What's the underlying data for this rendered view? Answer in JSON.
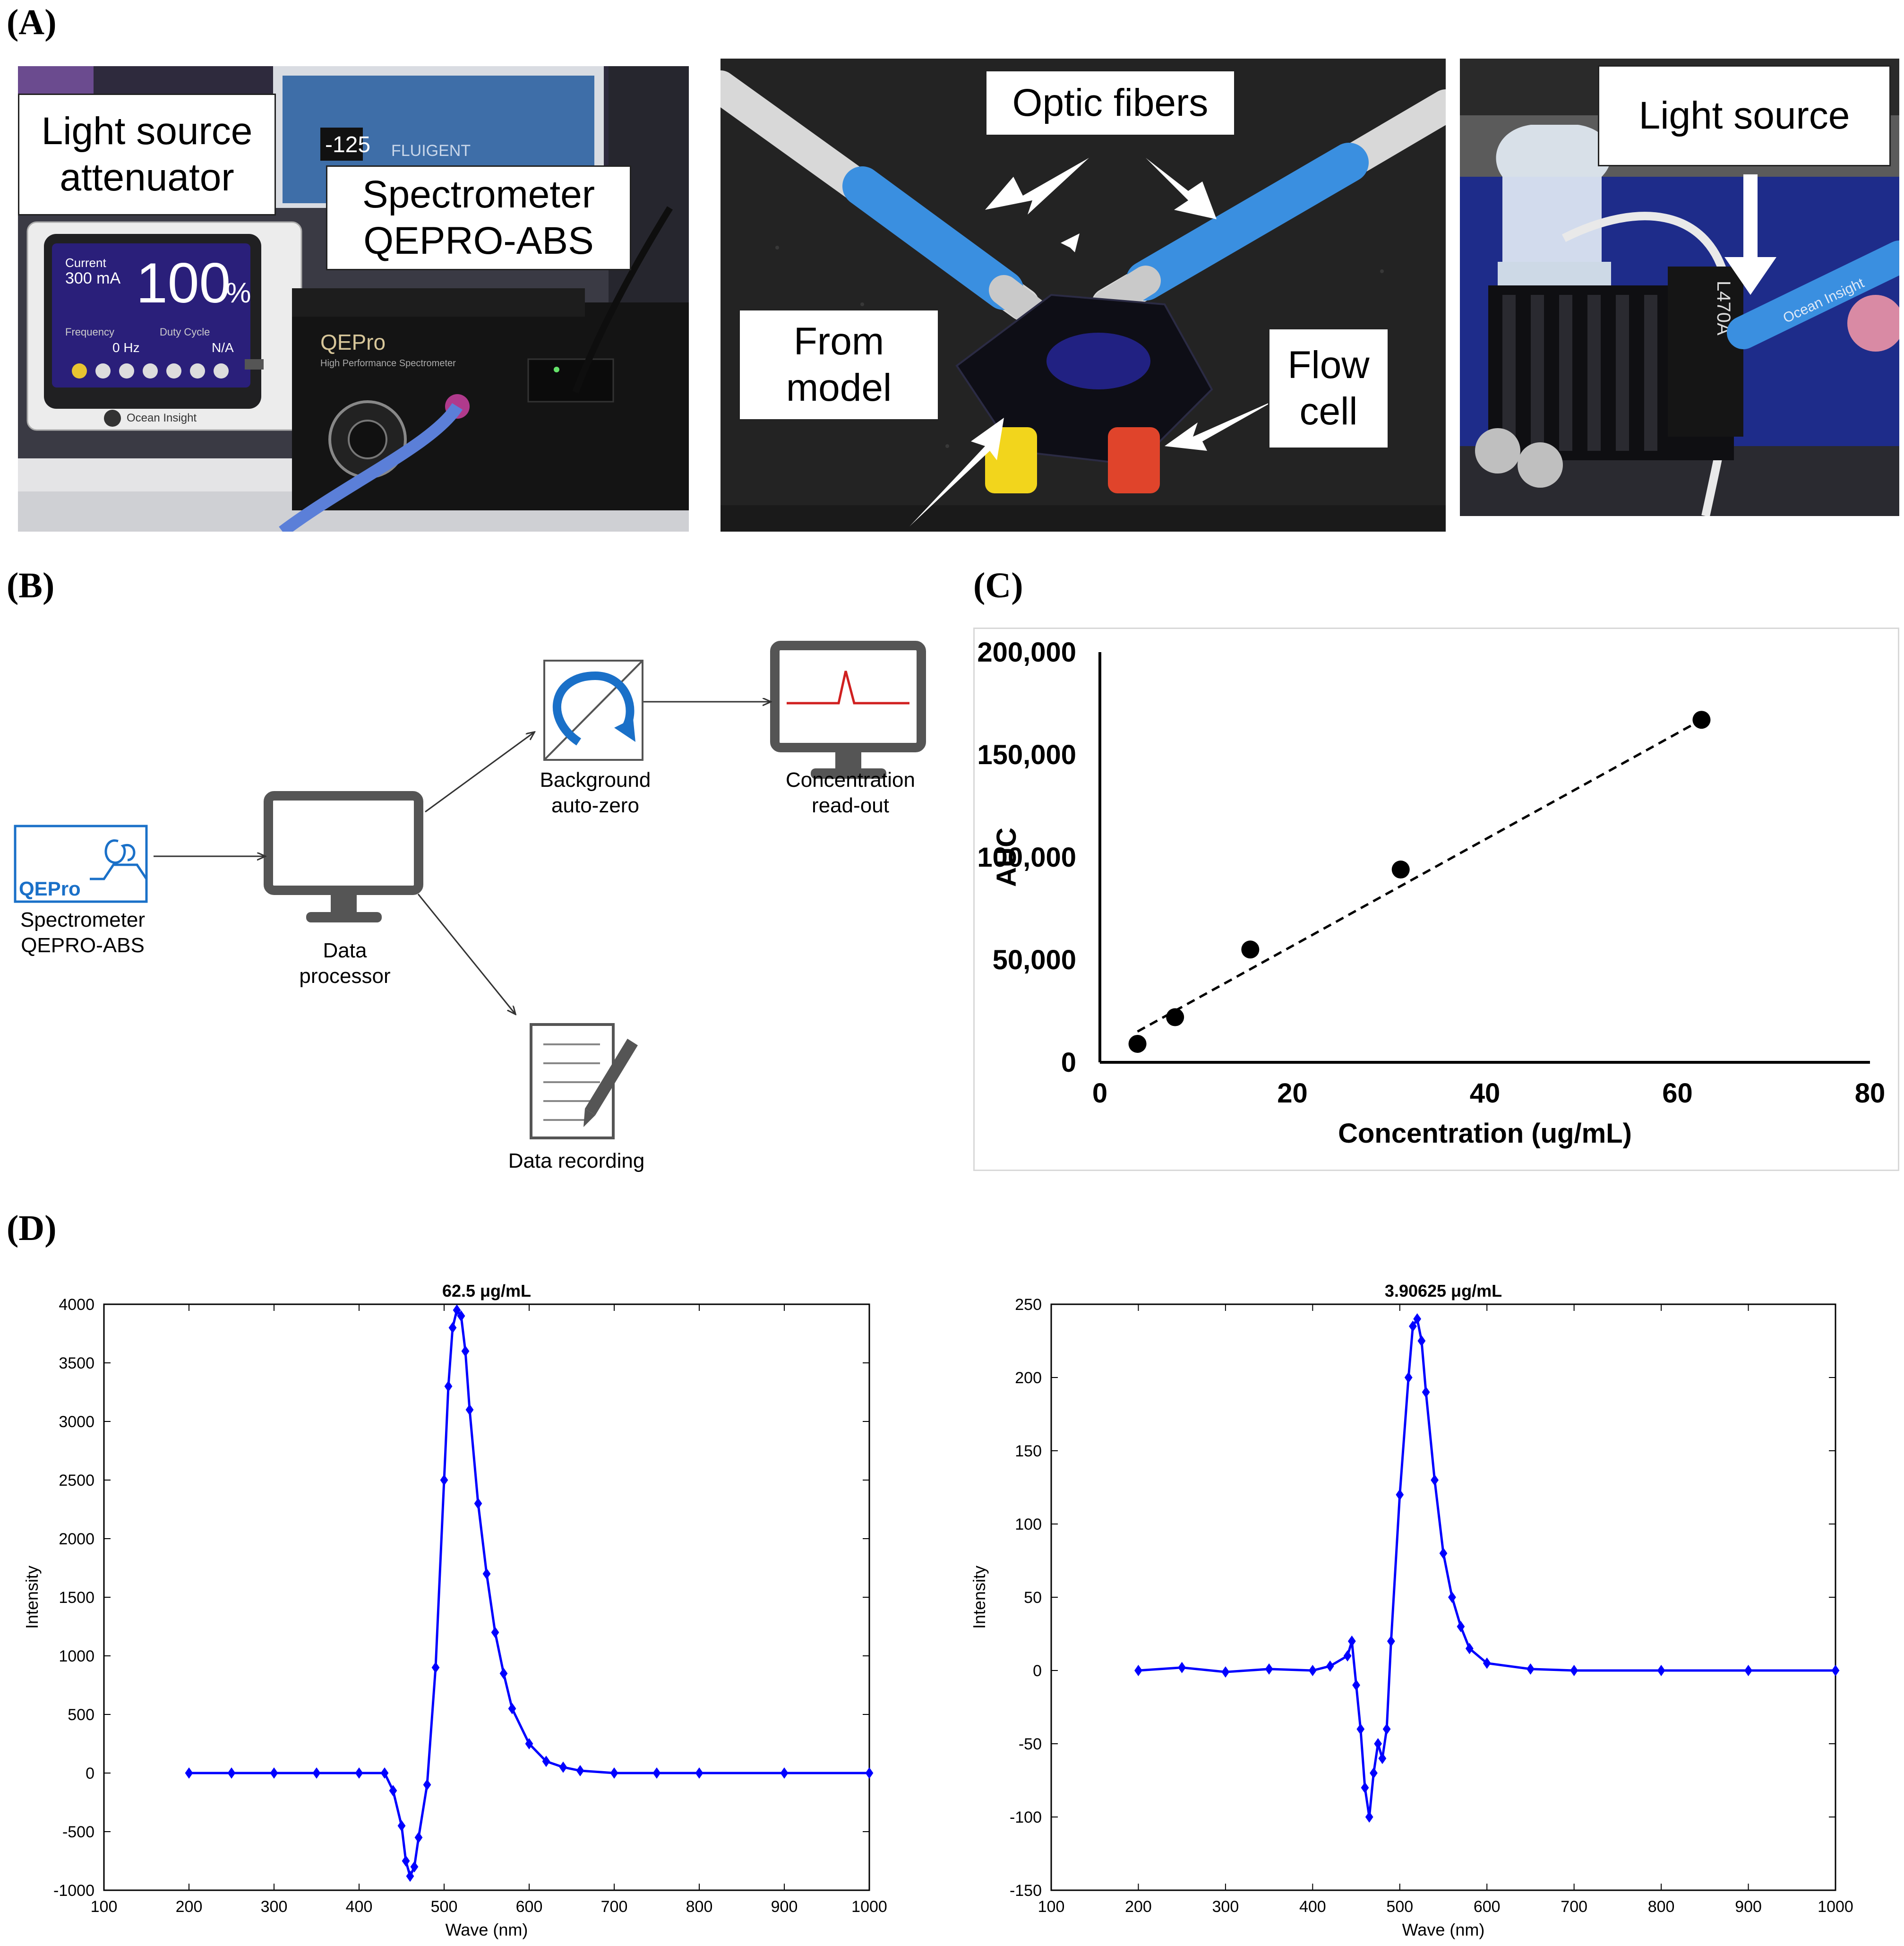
{
  "panels": {
    "a": "(A)",
    "b": "(B)",
    "c": "(C)",
    "d": "(D)"
  },
  "photos": {
    "photo1": {
      "attenuator_label": "Light source attenuator",
      "spectrometer_label_line1": "Spectrometer",
      "spectrometer_label_line2": "QEPRO-ABS",
      "screen_current": "300 mA",
      "screen_percent": "100",
      "screen_percent_suffix": "%",
      "screen_freq": "0 Hz",
      "screen_duty": "N/A",
      "screen_frequency_label": "Frequency",
      "screen_duty_label": "Duty Cycle",
      "screen_current_label": "Current",
      "brand": "Ocean Insight",
      "display_readout": "-125",
      "fluigent": "FLUIGENT",
      "qepro_logo": "QEPro",
      "qepro_sub": "High Performance Spectrometer"
    },
    "photo2": {
      "optic_fibers_label": "Optic fibers",
      "from_model_line1": "From",
      "from_model_line2": "model",
      "flow_cell_line1": "Flow",
      "flow_cell_line2": "cell"
    },
    "photo3": {
      "light_source_label": "Light source",
      "led_model": "L470A",
      "brand": "Ocean Insight"
    }
  },
  "flowchart": {
    "spectrometer_line1": "Spectrometer",
    "spectrometer_line2": "QEPRO-ABS",
    "qepro_logo": "QEPro",
    "data_processor_line1": "Data",
    "data_processor_line2": "processor",
    "background_line1": "Background",
    "background_line2": "auto-zero",
    "concentration_line1": "Concentration",
    "concentration_line2": "read-out",
    "recording": "Data recording"
  },
  "chart_data": [
    {
      "type": "scatter",
      "title": "",
      "xlabel": "Concentration (ug/mL)",
      "ylabel": "AUC",
      "xlim": [
        0,
        80
      ],
      "ylim": [
        0,
        200000
      ],
      "xticks": [
        "0",
        "20",
        "40",
        "60",
        "80"
      ],
      "yticks": [
        "0",
        "50,000",
        "100,000",
        "150,000",
        "200,000"
      ],
      "points": [
        {
          "x": 3.90625,
          "y": 9000
        },
        {
          "x": 7.8125,
          "y": 22000
        },
        {
          "x": 15.625,
          "y": 55000
        },
        {
          "x": 31.25,
          "y": 94000
        },
        {
          "x": 62.5,
          "y": 167000
        }
      ],
      "trendline": {
        "style": "dashed",
        "x": [
          3.90625,
          62.5
        ],
        "y": [
          15000,
          167000
        ]
      },
      "grid": false
    },
    {
      "type": "line",
      "title": "62.5 μg/mL",
      "xlabel": "Wave (nm)",
      "ylabel": "Intensity",
      "xlim": [
        100,
        1000
      ],
      "ylim": [
        -1000,
        4000
      ],
      "xticks": [
        "100",
        "200",
        "300",
        "400",
        "500",
        "600",
        "700",
        "800",
        "900",
        "1000"
      ],
      "yticks": [
        "-1000",
        "-500",
        "0",
        "500",
        "1000",
        "1500",
        "2000",
        "2500",
        "3000",
        "3500",
        "4000"
      ],
      "color": "#0000ff",
      "marker": "diamond",
      "series": [
        {
          "x": [
            200,
            250,
            300,
            350,
            400,
            430,
            440,
            450,
            455,
            460,
            465,
            470,
            480,
            490,
            500,
            505,
            510,
            515,
            520,
            525,
            530,
            540,
            550,
            560,
            570,
            580,
            600,
            620,
            640,
            660,
            700,
            750,
            800,
            900,
            1000
          ],
          "y": [
            0,
            0,
            0,
            0,
            0,
            0,
            -150,
            -450,
            -750,
            -880,
            -800,
            -550,
            -100,
            900,
            2500,
            3300,
            3800,
            3950,
            3900,
            3600,
            3100,
            2300,
            1700,
            1200,
            850,
            550,
            250,
            100,
            50,
            20,
            0,
            0,
            0,
            0,
            0
          ]
        }
      ]
    },
    {
      "type": "line",
      "title": "3.90625 μg/mL",
      "xlabel": "Wave (nm)",
      "ylabel": "Intensity",
      "xlim": [
        100,
        1000
      ],
      "ylim": [
        -150,
        250
      ],
      "xticks": [
        "100",
        "200",
        "300",
        "400",
        "500",
        "600",
        "700",
        "800",
        "900",
        "1000"
      ],
      "yticks": [
        "-150",
        "-100",
        "-50",
        "0",
        "50",
        "100",
        "150",
        "200",
        "250"
      ],
      "color": "#0000ff",
      "marker": "diamond",
      "series": [
        {
          "x": [
            200,
            250,
            300,
            350,
            400,
            420,
            440,
            445,
            450,
            455,
            460,
            465,
            470,
            475,
            480,
            485,
            490,
            500,
            510,
            515,
            520,
            525,
            530,
            540,
            550,
            560,
            570,
            580,
            600,
            650,
            700,
            800,
            900,
            1000
          ],
          "y": [
            0,
            2,
            -1,
            1,
            0,
            3,
            10,
            20,
            -10,
            -40,
            -80,
            -100,
            -70,
            -50,
            -60,
            -40,
            20,
            120,
            200,
            235,
            240,
            225,
            190,
            130,
            80,
            50,
            30,
            15,
            5,
            1,
            0,
            0,
            0,
            0
          ]
        }
      ]
    }
  ]
}
